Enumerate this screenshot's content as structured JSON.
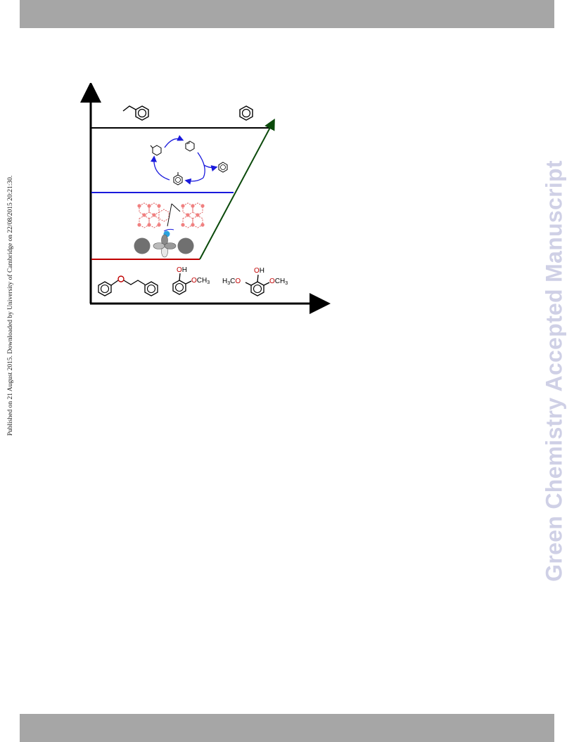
{
  "header": {
    "color": "#a6a6a6"
  },
  "footer": {
    "color": "#a6a6a6"
  },
  "side_note": {
    "text": "Published on 21 August 2015. Downloaded by University of Cambridge on 22/08/2015 20:21:30."
  },
  "watermark": {
    "text": "Green Chemistry Accepted Manuscript",
    "color": "#cfd0e6"
  },
  "figure": {
    "levels": [
      {
        "name": "top-level",
        "color": "#000000"
      },
      {
        "name": "middle-level",
        "color": "#1a1adc"
      },
      {
        "name": "bottom-level",
        "color": "#c00000"
      }
    ],
    "slope_color": "#0b4a0b",
    "labels": {
      "oh": "OH",
      "och3": "OCH",
      "h3co_h": "H",
      "h3co_c": "CO",
      "sub3": "3"
    }
  }
}
